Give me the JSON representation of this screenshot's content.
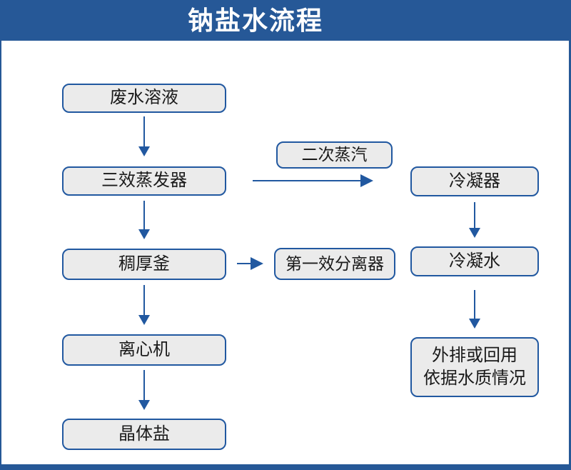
{
  "title": "钠盐水流程",
  "colors": {
    "header_bg": "#265897",
    "frame_border": "#265897",
    "box_fill": "#EBEBEB",
    "box_border": "#2158A0",
    "arrow": "#2158A0",
    "title_text": "#FFFFFF",
    "box_text": "#1A1A1A"
  },
  "nodes": {
    "waste_solution": {
      "label": "废水溶液"
    },
    "triple_effect_evaporator": {
      "label": "三效蒸发器"
    },
    "secondary_steam": {
      "label": "二次蒸汽"
    },
    "condenser": {
      "label": "冷凝器"
    },
    "thickening_kettle": {
      "label": "稠厚釜"
    },
    "first_effect_separator": {
      "label": "第一效分离器"
    },
    "condensate_water": {
      "label": "冷凝水"
    },
    "centrifuge": {
      "label": "离心机"
    },
    "discharge_or_reuse": {
      "label_line1": "外排或回用",
      "label_line2": "依据水质情况"
    },
    "crystal_salt": {
      "label": "晶体盐"
    }
  },
  "edges": [
    {
      "from": "waste_solution",
      "to": "triple_effect_evaporator"
    },
    {
      "from": "triple_effect_evaporator",
      "to": "condenser",
      "via_label": "secondary_steam"
    },
    {
      "from": "triple_effect_evaporator",
      "to": "thickening_kettle"
    },
    {
      "from": "thickening_kettle",
      "to": "first_effect_separator"
    },
    {
      "from": "thickening_kettle",
      "to": "centrifuge"
    },
    {
      "from": "centrifuge",
      "to": "crystal_salt"
    },
    {
      "from": "condenser",
      "to": "condensate_water"
    },
    {
      "from": "condensate_water",
      "to": "discharge_or_reuse"
    }
  ]
}
